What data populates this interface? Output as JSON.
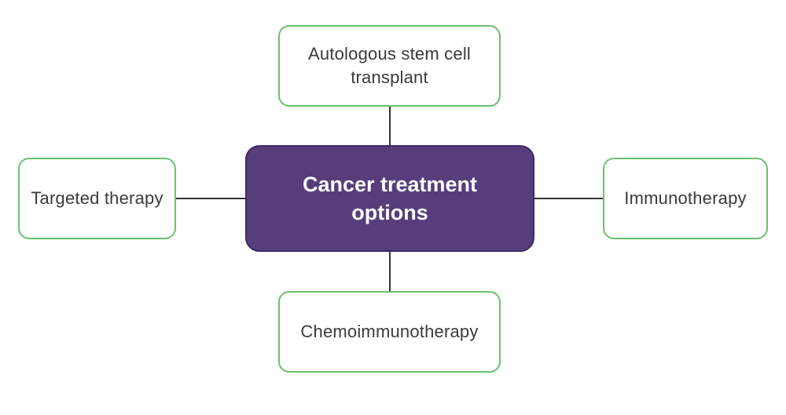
{
  "diagram": {
    "center": {
      "label": "Cancer treatment options",
      "fill": "#563d7c"
    },
    "nodes": {
      "top": {
        "label": "Autologous stem cell transplant"
      },
      "left": {
        "label": "Targeted therapy"
      },
      "right": {
        "label": "Immunotherapy"
      },
      "bottom": {
        "label": "Chemoimmunotherapy"
      }
    },
    "colors": {
      "node_border": "#6cc070",
      "connector": "#333333",
      "text": "#3a3a3a"
    }
  }
}
